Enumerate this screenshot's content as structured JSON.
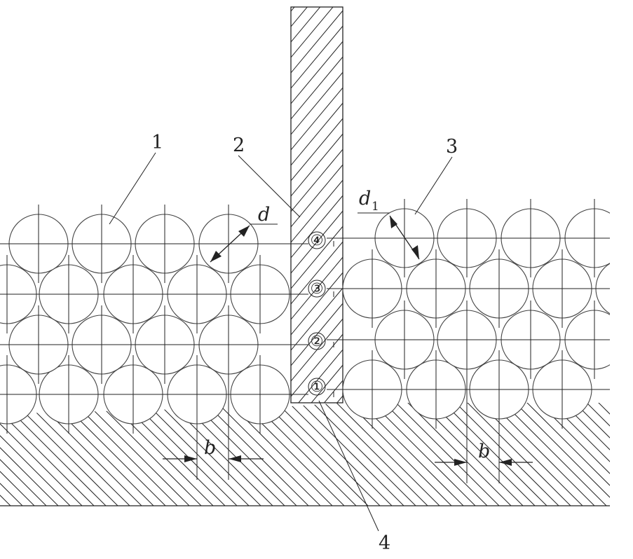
{
  "labels": {
    "part1": "1",
    "part2": "2",
    "part3": "3",
    "part4": "4",
    "diameter_left": "d",
    "diameter_right_base": "d",
    "diameter_right_sub": "1",
    "spacing_left": "b",
    "spacing_right": "b"
  },
  "layer_markers": [
    "①",
    "②",
    "③",
    "④"
  ],
  "colors": {
    "line": "#222222",
    "background": "#ffffff"
  }
}
